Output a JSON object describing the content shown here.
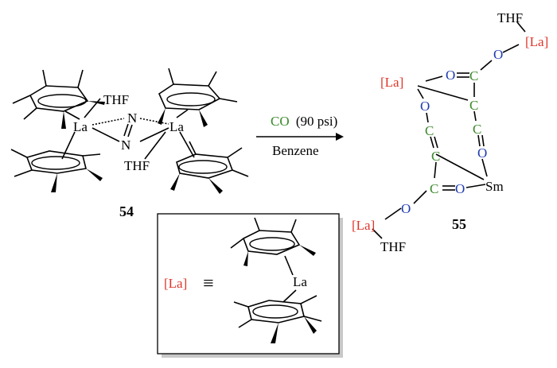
{
  "compound_54": {
    "metal_left": "La",
    "metal_right": "La",
    "nitrogen_top": "N",
    "nitrogen_bottom": "N",
    "ligand_top": "THF",
    "ligand_bottom": "THF",
    "number": "54"
  },
  "reaction": {
    "reagent_symbol": "CO",
    "reagent_condition": "(90 psi)",
    "solvent": "Benzene"
  },
  "compound_55": {
    "la_top": "[La]",
    "la_left": "[La]",
    "la_bottom": "[La]",
    "thf_top": "THF",
    "thf_bottom": "THF",
    "sm": "Sm",
    "oxygen": "O",
    "carbon": "C",
    "number": "55"
  },
  "legend": {
    "abbreviation": "[La]",
    "equiv_symbol": "≡",
    "metal": "La"
  },
  "colors": {
    "la_label": "#e0352b",
    "carbon": "#3a8a2a",
    "oxygen": "#1f3bb0"
  }
}
